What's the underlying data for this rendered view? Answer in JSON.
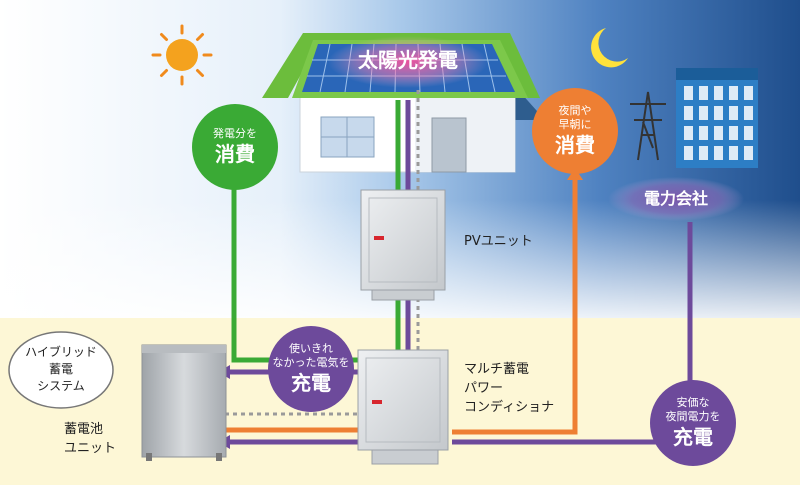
{
  "colors": {
    "green": "#3aaa35",
    "orange": "#ee7f33",
    "purple": "#6d4a9b",
    "pink": "#e5236f",
    "sky_day": "#cfe3f4",
    "sky_night": "#1f4e8c",
    "ground": "#fdf7d6"
  },
  "house": {
    "label": "太陽光発電"
  },
  "bubbles": {
    "consume_day": {
      "small": "発電分を",
      "big": "消費"
    },
    "consume_night": {
      "small": "夜間や\n早朝に",
      "big": "消費"
    },
    "charge_surplus": {
      "small": "使いきれ\nなかった電気を",
      "big": "充電"
    },
    "charge_cheap": {
      "small": "安価な\n夜間電力を",
      "big": "充電"
    }
  },
  "utility": {
    "label": "電力会社"
  },
  "pv_unit": {
    "label": "PVユニット"
  },
  "power_conditioner": {
    "label": "マルチ蓄電\nパワー\nコンディショナ"
  },
  "system": {
    "label": "ハイブリッド\n蓄電\nシステム"
  },
  "battery": {
    "label": "蓄電池\nユニット"
  },
  "icons": [
    "sun-icon",
    "moon-icon",
    "house-icon",
    "building-icon",
    "power-tower-icon",
    "pv-unit-icon",
    "power-conditioner-icon",
    "battery-icon"
  ]
}
